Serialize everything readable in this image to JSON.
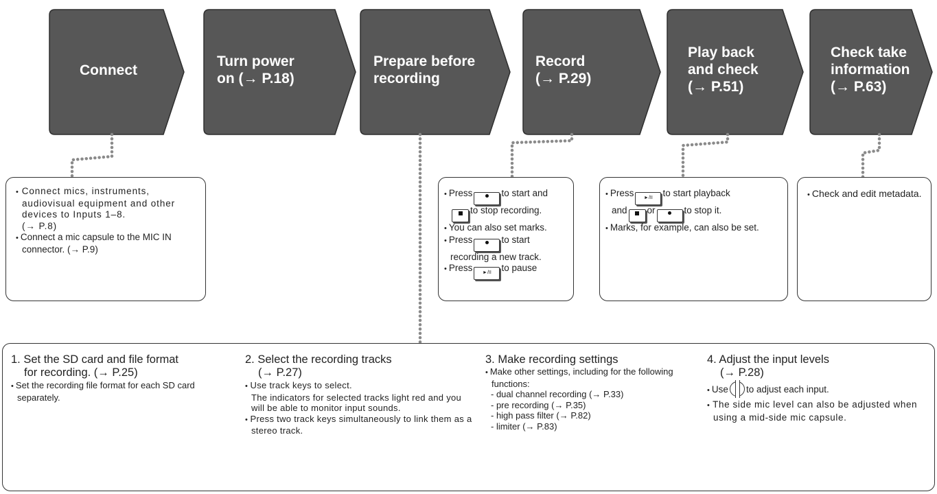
{
  "steps": [
    {
      "label": "Connect"
    },
    {
      "label": "Turn power\non (→ P.18)"
    },
    {
      "label": "Prepare before\nrecording"
    },
    {
      "label": "Record\n(→ P.29)"
    },
    {
      "label": "Play back\nand check\n(→ P.51)"
    },
    {
      "label": "Check take\ninformation\n(→ P.63)"
    }
  ],
  "colors": {
    "arrow_fill": "#575757",
    "arrow_stroke": "#2e2e2e",
    "dots": "#8a8a8a"
  },
  "connect_box": {
    "b1": "Connect mics, instruments, audiovisual equipment and other devices to Inputs 1–8.\n(→ P.8)",
    "b2": "Connect a mic capsule to the MIC IN connector. (→ P.9)"
  },
  "record_box": {
    "b1_pre": "Press",
    "b1_post": "to start and",
    "b1_line2": "to stop recording.",
    "b2": "You can also set marks.",
    "b3_pre": "Press",
    "b3_post": "to start",
    "b3_line2": "recording a new track.",
    "b4_pre": "Press",
    "b4_post": "to pause"
  },
  "playback_box": {
    "b1_pre": "Press",
    "b1_post": "to start playback",
    "b1_line2a": "and",
    "b1_line2b": "or",
    "b1_line2c": "to stop it.",
    "b2": "Marks, for example, can also be set."
  },
  "info_box": {
    "b1": "Check and edit metadata."
  },
  "keys": {
    "record": "record-key",
    "stop": "stop-key",
    "play_pause": "►/II"
  },
  "prepare": {
    "col1": {
      "title": "1.  Set the SD card and file format\nfor recording. (→ P.25)",
      "b1": "Set the recording file format for each SD card separately."
    },
    "col2": {
      "title": "2.  Select the recording tracks\n(→ P.27)",
      "b1": "Use track keys to select.\nThe indicators for selected tracks light red and you will be able to monitor input sounds.",
      "b2": "Press two track keys simultaneously to link them as a stereo track."
    },
    "col3": {
      "title": "3.  Make recording settings",
      "b1": "Make other settings, including for the following functions:",
      "items": [
        "- dual channel recording (→ P.33)",
        "- pre recording (→ P.35)",
        "- high pass filter (→ P.82)",
        "- limiter (→ P.83)"
      ]
    },
    "col4": {
      "title": "4.  Adjust the input levels\n(→ P.28)",
      "b1_pre": "Use",
      "b1_post": "to adjust each input.",
      "b2": "The side mic level can also be adjusted when using a mid-side mic capsule."
    }
  }
}
